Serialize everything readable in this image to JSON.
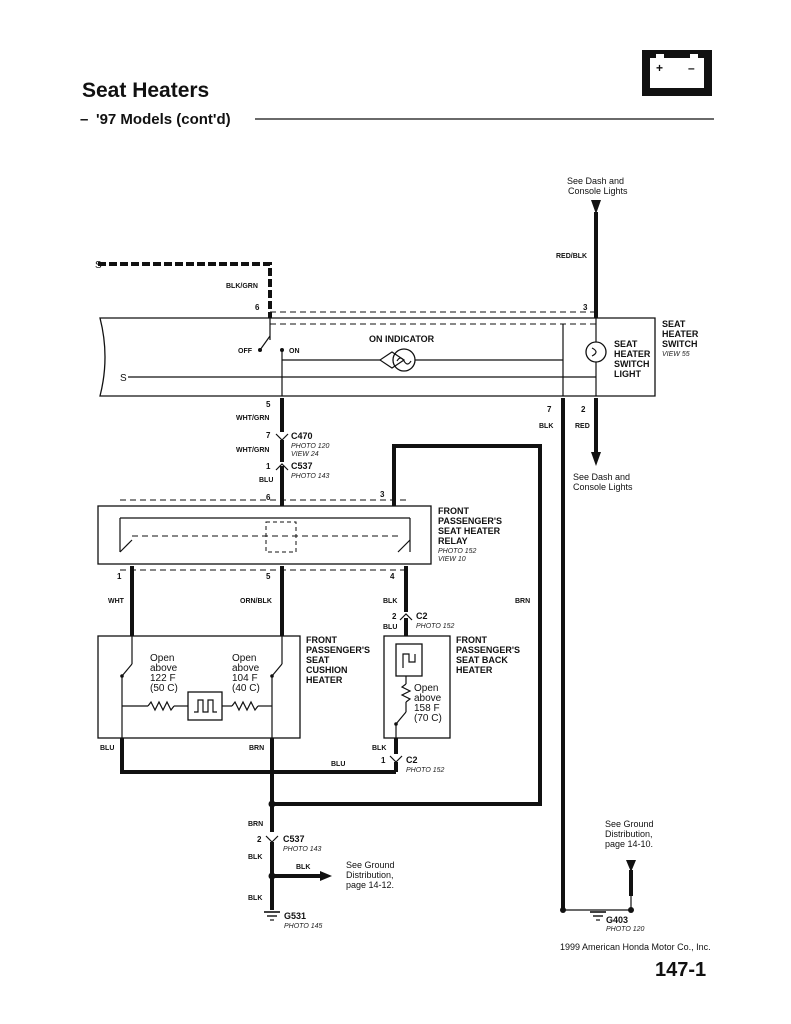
{
  "header": {
    "title": "Seat Heaters",
    "subtitle_prefix": "–",
    "subtitle": "'97 Models (cont'd)",
    "battery_icon": "battery-icon",
    "battery_plus": "+",
    "battery_minus": "–"
  },
  "footer": {
    "copyright": "1999 American Honda Motor Co., Inc.",
    "page_number": "147-1"
  },
  "notes": {
    "dash_lights_top_1": "See Dash and",
    "dash_lights_top_2": "Console Lights",
    "dash_lights_bottom_1": "See Dash and",
    "dash_lights_bottom_2": "Console Lights",
    "ground_left_1": "See Ground",
    "ground_left_2": "Distribution,",
    "ground_left_3": "page 14-12.",
    "ground_right_1": "See Ground",
    "ground_right_2": "Distribution,",
    "ground_right_3": "page 14-10."
  },
  "switch": {
    "label_1": "SEAT",
    "label_2": "HEATER",
    "label_3": "SWITCH",
    "view": "VIEW 55",
    "off": "OFF",
    "on": "ON",
    "indicator": "ON INDICATOR",
    "light_1": "SEAT",
    "light_2": "HEATER",
    "light_3": "SWITCH",
    "light_4": "LIGHT",
    "pin6": "6",
    "pin3": "3",
    "pin5": "5",
    "pin7": "7",
    "pin2": "2"
  },
  "relay": {
    "label_1": "FRONT",
    "label_2": "PASSENGER'S",
    "label_3": "SEAT HEATER",
    "label_4": "RELAY",
    "photo": "PHOTO 152",
    "view": "VIEW 10",
    "pin6": "6",
    "pin3": "3",
    "pin1": "1",
    "pin5": "5",
    "pin4": "4"
  },
  "cushion": {
    "label_1": "FRONT",
    "label_2": "PASSENGER'S",
    "label_3": "SEAT",
    "label_4": "CUSHION",
    "label_5": "HEATER",
    "t1_1": "Open",
    "t1_2": "above",
    "t1_3": "122 F",
    "t1_4": "(50 C)",
    "t2_1": "Open",
    "t2_2": "above",
    "t2_3": "104 F",
    "t2_4": "(40 C)"
  },
  "back": {
    "label_1": "FRONT",
    "label_2": "PASSENGER'S",
    "label_3": "SEAT BACK",
    "label_4": "HEATER",
    "t_1": "Open",
    "t_2": "above",
    "t_3": "158 F",
    "t_4": "(70 C)"
  },
  "connectors": {
    "c470": "C470",
    "c470_photo": "PHOTO 120",
    "c470_view": "VIEW 24",
    "c470_pin": "7",
    "c537a": "C537",
    "c537a_photo": "PHOTO 143",
    "c537a_pin": "1",
    "c2a": "C2",
    "c2a_photo": "PHOTO 152",
    "c2a_pin": "2",
    "c2b": "C2",
    "c2b_photo": "PHOTO 152",
    "c2b_pin": "1",
    "c537b": "C537",
    "c537b_photo": "PHOTO 143",
    "c537b_pin": "2"
  },
  "grounds": {
    "g531": "G531",
    "g531_photo": "PHOTO 145",
    "g403": "G403",
    "g403_photo": "PHOTO 120"
  },
  "wires": {
    "red_blk": "RED/BLK",
    "blk_grn": "BLK/GRN",
    "wht_grn_1": "WHT/GRN",
    "wht_grn_2": "WHT/GRN",
    "blu_1": "BLU",
    "blk_7": "BLK",
    "red_2": "RED",
    "wht": "WHT",
    "orn_blk": "ORN/BLK",
    "blk_4": "BLK",
    "brn_right": "BRN",
    "blu_c2": "BLU",
    "blu_left": "BLU",
    "brn_cushion": "BRN",
    "blk_back": "BLK",
    "blu_bottom": "BLU",
    "brn_down": "BRN",
    "blk_c537": "BLK",
    "blk_ground": "BLK",
    "blk_g531": "BLK"
  }
}
